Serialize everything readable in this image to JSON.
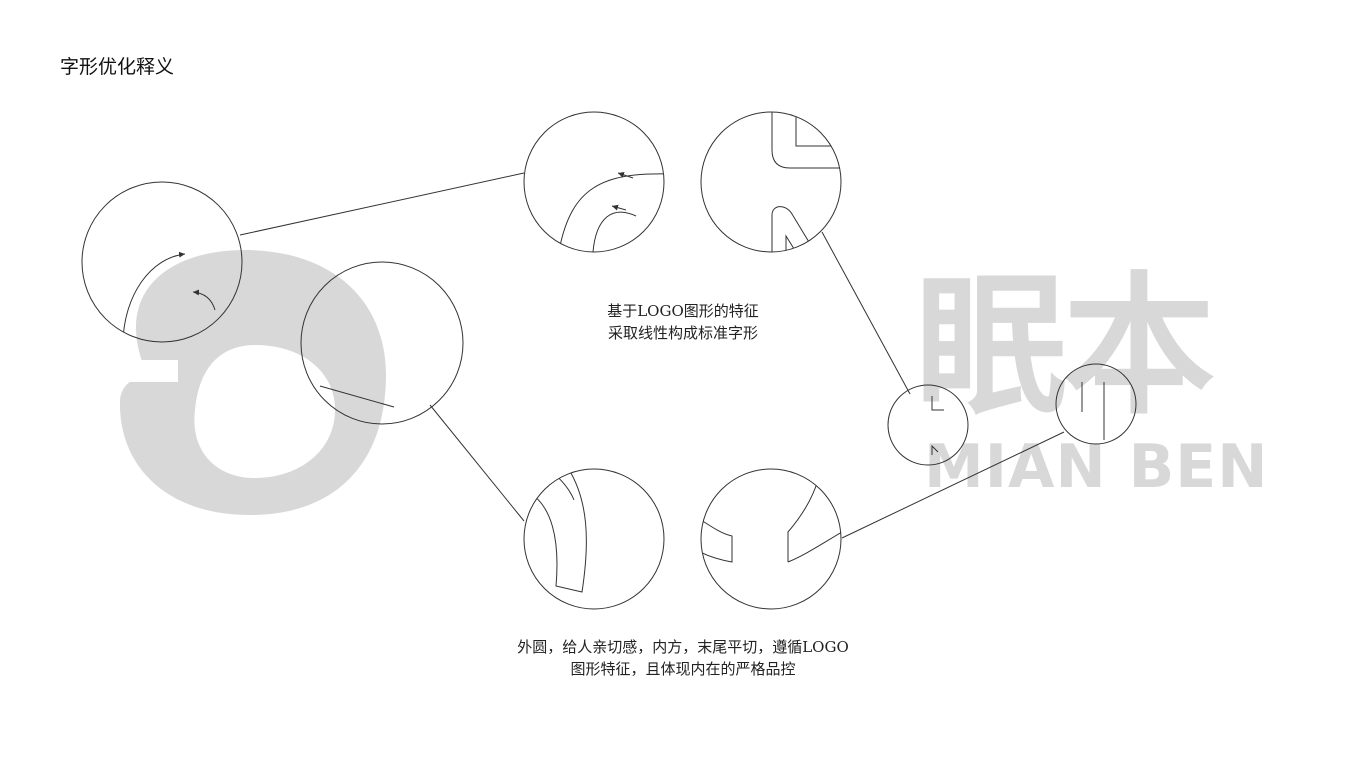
{
  "page": {
    "title": "字形优化释义"
  },
  "captions": {
    "top_line1": "基于LOGO图形的特征",
    "top_line2": "采取线性构成标准字形",
    "bottom_line1": "外圆，给人亲切感，内方，末尾平切，遵循LOGO",
    "bottom_line2": "图形特征，且体现内在的严格品控"
  },
  "brand": {
    "name_cn": "眠本",
    "name_en": "MIAN BEN"
  },
  "colors": {
    "stroke": "#333333",
    "watermark": "#d8d8d8"
  }
}
